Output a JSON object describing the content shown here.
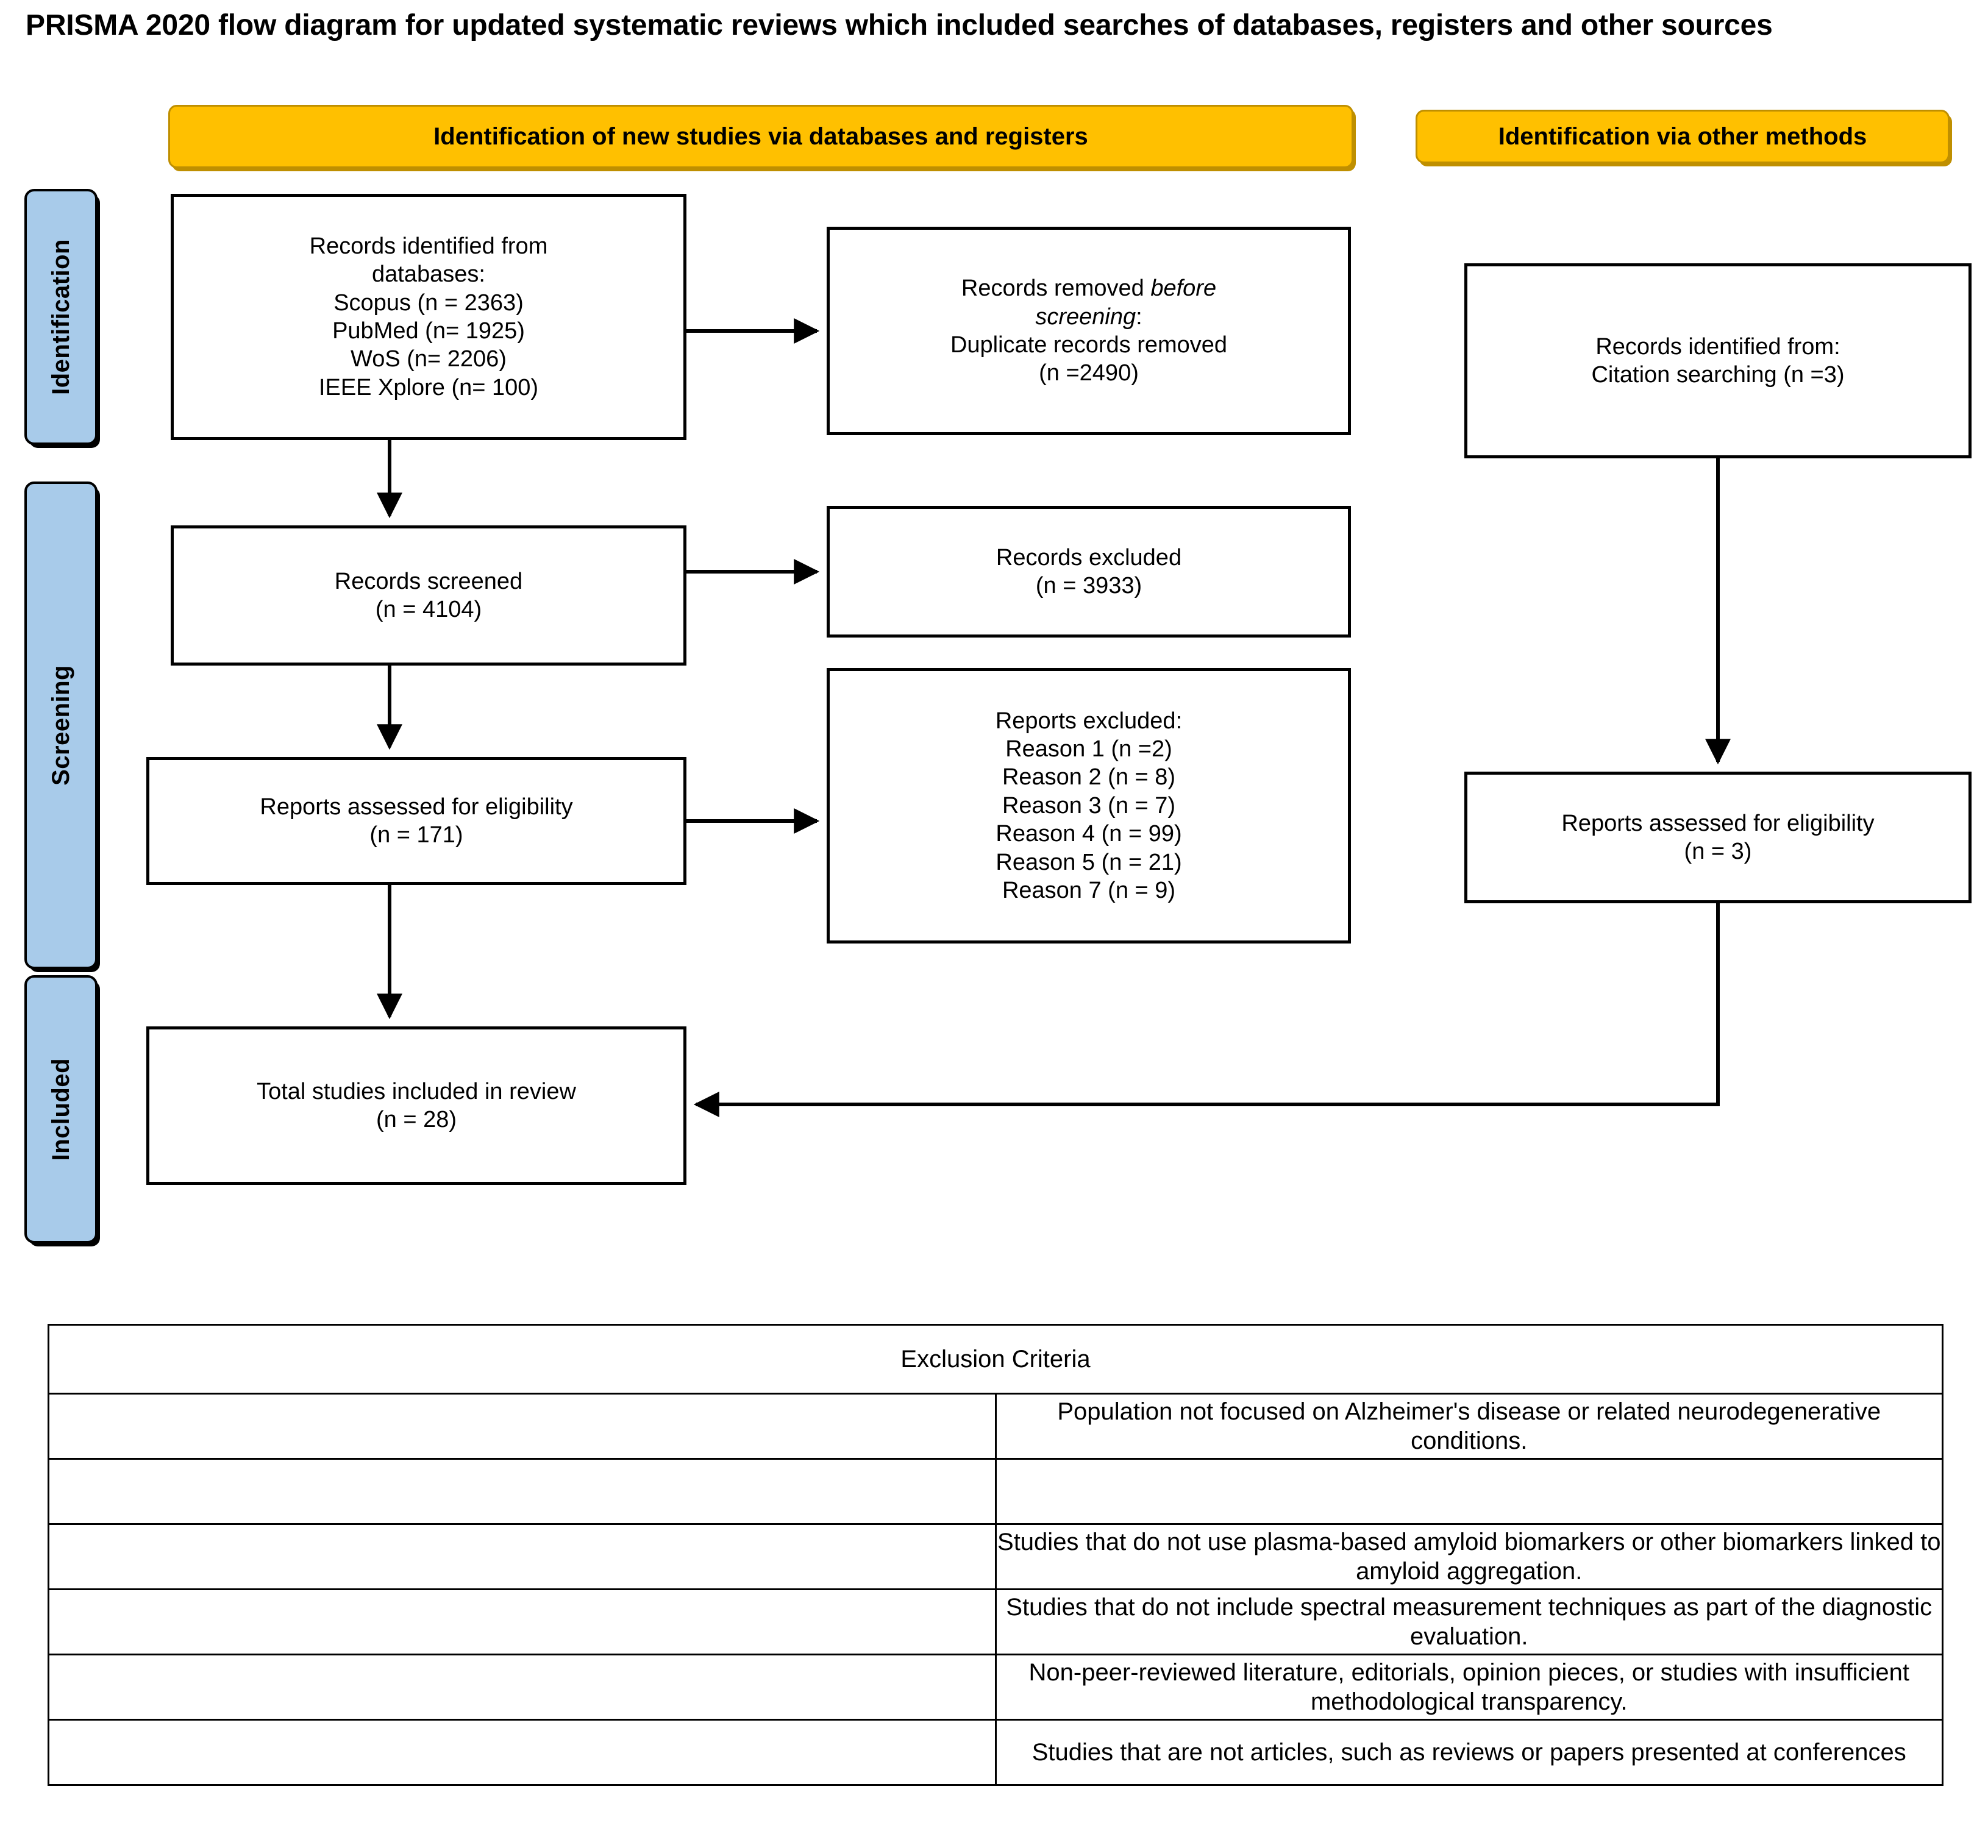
{
  "title": "PRISMA 2020 flow diagram for updated systematic reviews which included searches of databases, registers and other sources",
  "banners": {
    "databases": "Identification of new studies via databases and registers",
    "other_methods": "Identification via other methods"
  },
  "stages": [
    {
      "label": "Identification"
    },
    {
      "label": "Screening"
    },
    {
      "label": "Included"
    }
  ],
  "boxes": {
    "db_records": {
      "lines": [
        "Records identified from",
        "databases:",
        "Scopus (n = 2363)",
        "PubMed (n= 1925)",
        "WoS (n= 2206)",
        "IEEE Xplore (n= 100)"
      ]
    },
    "removed_before_screening": {
      "line1_prefix": "Records removed ",
      "line1_italic": "before",
      "line2_italic": "screening",
      "line2_suffix": ":",
      "line3": "Duplicate records removed",
      "line4": "(n =2490)"
    },
    "citation_records": {
      "lines": [
        "Records identified from:",
        "Citation searching (n =3)"
      ]
    },
    "records_screened": {
      "lines": [
        "Records screened",
        "(n = 4104)"
      ]
    },
    "records_excluded": {
      "lines": [
        "Records excluded",
        "(n = 3933)"
      ]
    },
    "reports_excluded": {
      "lines": [
        "Reports excluded:",
        "Reason 1 (n =2)",
        "Reason 2 (n = 8)",
        "Reason 3 (n = 7)",
        "Reason 4 (n = 99)",
        "Reason 5 (n = 21)",
        "Reason 7 (n = 9)"
      ]
    },
    "eligibility_left": {
      "lines": [
        "Reports assessed for eligibility",
        "(n = 171)"
      ]
    },
    "eligibility_right": {
      "lines": [
        "Reports assessed for eligibility",
        "(n = 3)"
      ]
    },
    "total_included": {
      "lines": [
        "Total studies included in review",
        "(n = 28)"
      ]
    }
  },
  "criteria_table": {
    "header": "Exclusion Criteria",
    "rows": [
      "Population not focused on Alzheimer's disease or related neurodegenerative conditions.",
      "",
      "Studies that do not use plasma-based amyloid biomarkers or other biomarkers linked to amyloid aggregation.",
      "Studies that do not include spectral measurement techniques as part of the diagnostic evaluation.",
      "Non-peer-reviewed literature, editorials, opinion pieces, or studies with insufficient methodological transparency.",
      "Studies that are not articles, such as reviews or papers presented at conferences"
    ]
  },
  "colors": {
    "banner_fill": "#FFC000",
    "banner_border": "#BF8F00",
    "stage_fill": "#A8CBEA",
    "box_border": "#000000"
  }
}
